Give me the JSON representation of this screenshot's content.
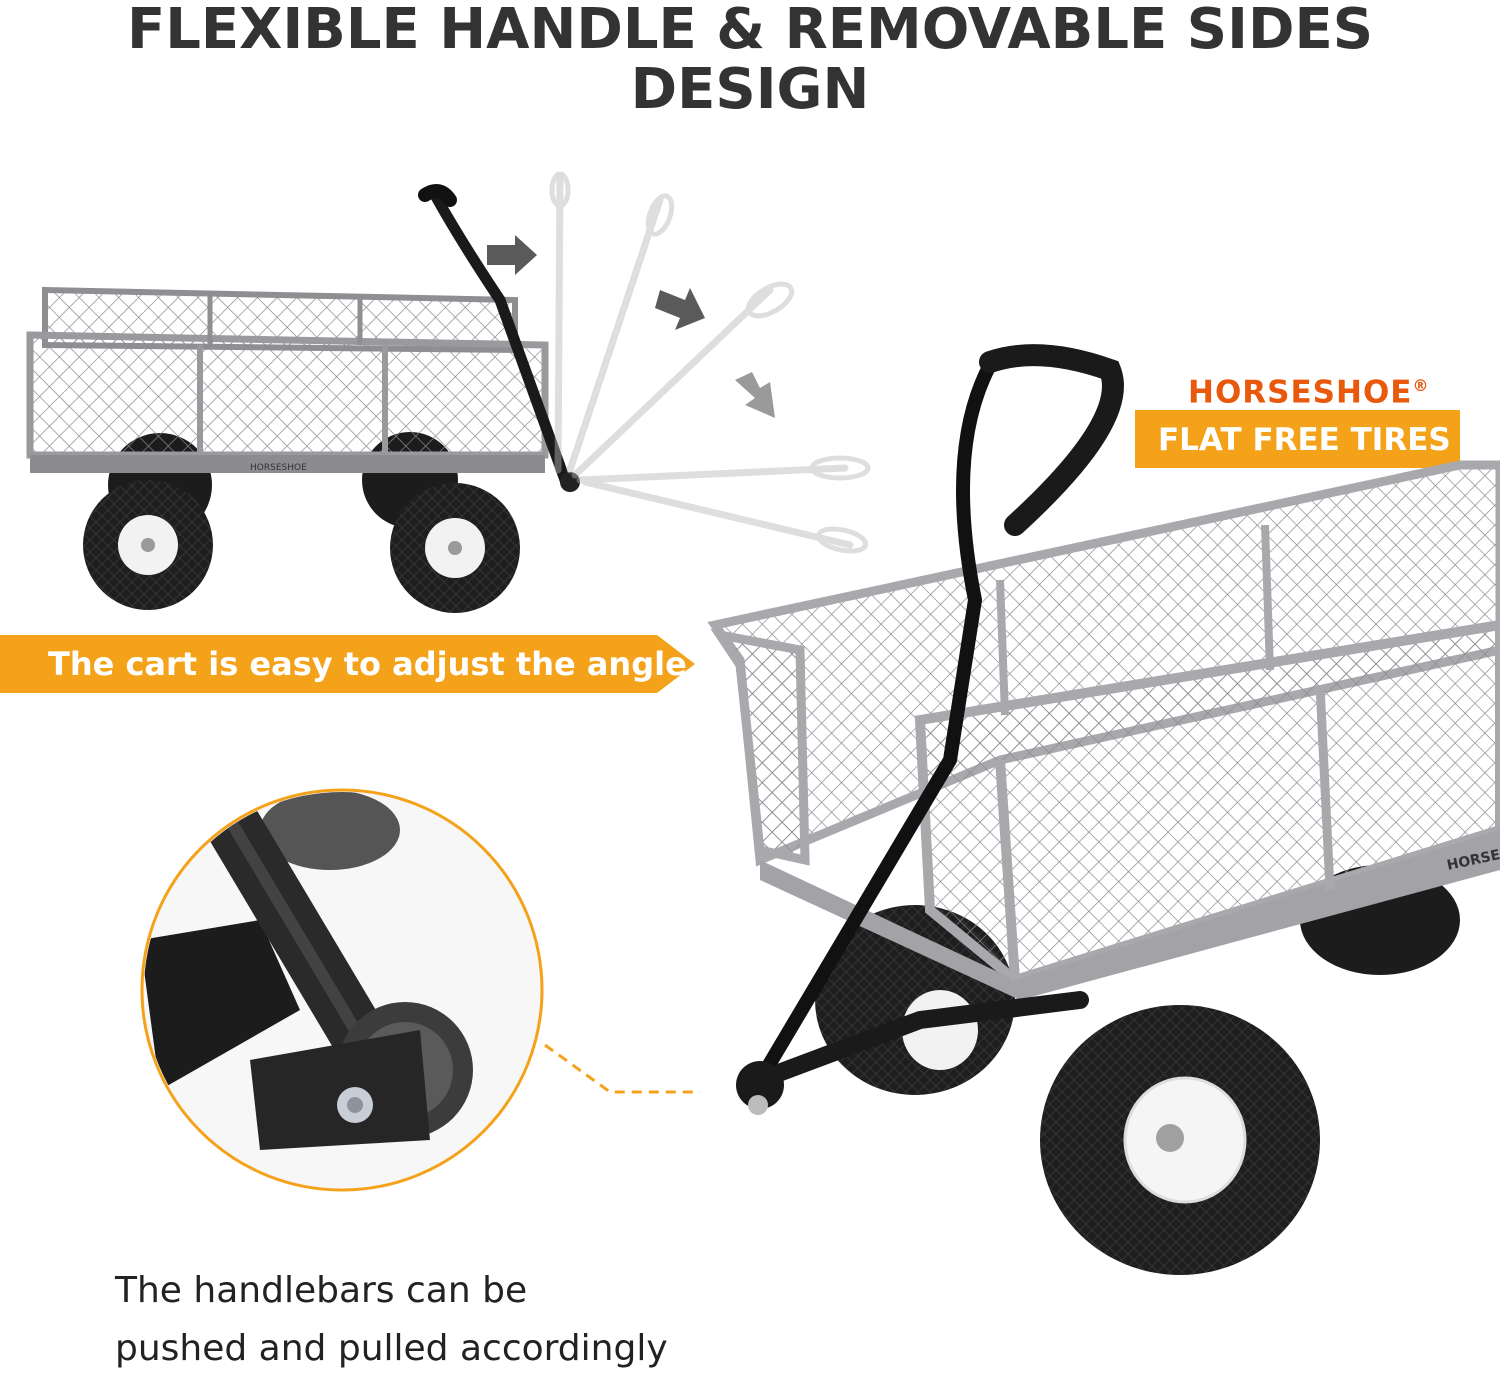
{
  "headline": "FLEXIBLE HANDLE & REMOVABLE SIDES DESIGN",
  "left_banner": "The cart is easy to adjust the angle",
  "brand": {
    "name": "HORSESHOE",
    "trademark": "®"
  },
  "right_banner": "FLAT FREE TIRES",
  "cart_labels": {
    "small_cart_brand": "HORSESHOE",
    "large_cart_brand": "HORSESHOE"
  },
  "caption_lines": [
    "The handlebars can be",
    "pushed and pulled accordingly"
  ],
  "colors": {
    "accent_orange": "#f5a21b",
    "brand_orange": "#e8590c",
    "cart_gray": "#8f8f93",
    "frame_gray": "#a9a9ad",
    "tire_black": "#1c1c1c",
    "text_dark": "#333333"
  }
}
